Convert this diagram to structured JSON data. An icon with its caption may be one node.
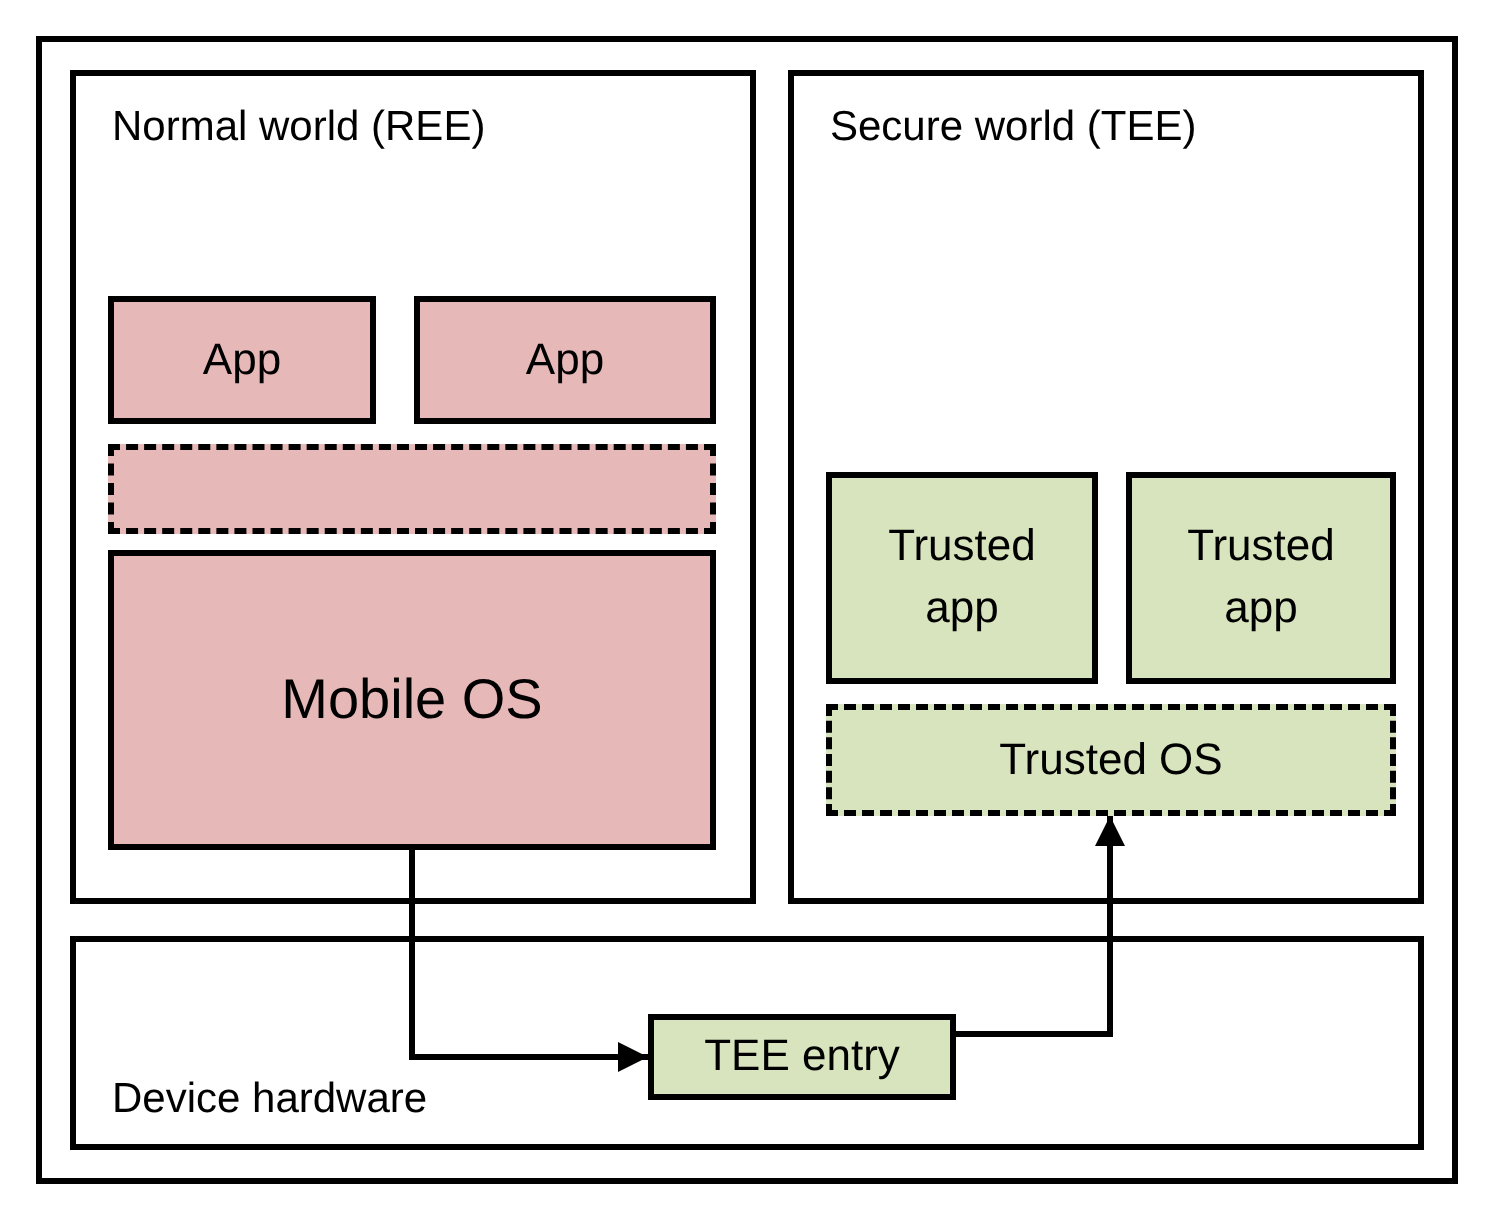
{
  "diagram": {
    "nodes": [
      {
        "text": [
          "Normal world (REE)"
        ]
      },
      {
        "text": [
          "App"
        ],
        "in": 0
      },
      {
        "text": [
          "App"
        ],
        "in": 0
      },
      {
        "text": [],
        "shape": "box",
        "in": 0
      },
      {
        "text": [
          "Mobile OS"
        ],
        "in": 0
      },
      {
        "text": [
          "Secure world (TEE)"
        ]
      },
      {
        "text": [
          "Trusted app"
        ],
        "in": 5
      },
      {
        "text": [
          "Trusted app"
        ],
        "in": 5
      },
      {
        "text": [
          "Trusted OS"
        ],
        "in": 5
      },
      {
        "text": [
          "Device hardware"
        ]
      },
      {
        "text": [
          "TEE entry"
        ],
        "in": 9
      }
    ],
    "edges": [
      {
        "from": 4,
        "to": 10,
        "arrow": "to"
      },
      {
        "from": 10,
        "to": 8,
        "arrow": "to"
      }
    ]
  }
}
